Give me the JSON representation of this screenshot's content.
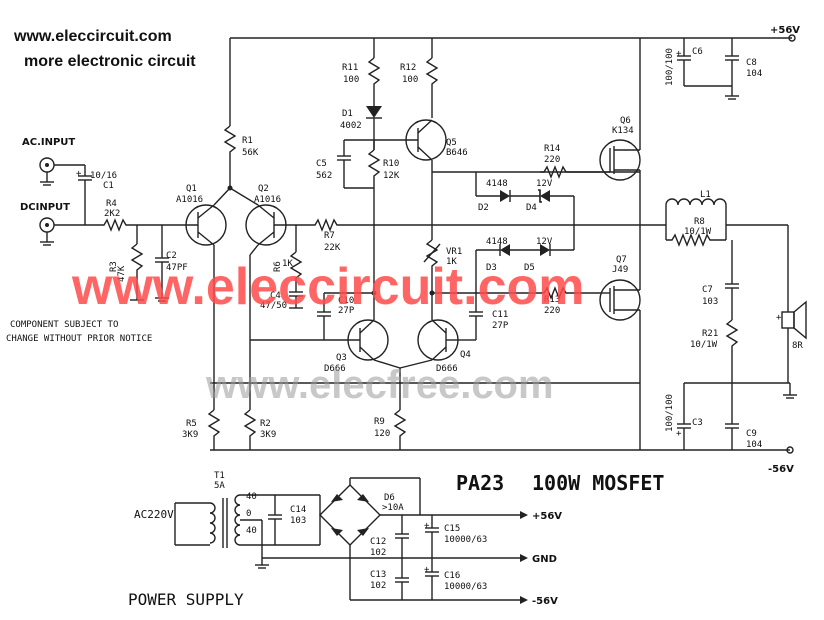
{
  "header": {
    "site": "www.eleccircuit.com",
    "tagline": "more electronic circuit"
  },
  "watermarks": {
    "primary": "www.eleccircuit.com",
    "secondary": "www.elecfree.com"
  },
  "title": {
    "code": "PA23",
    "name": "100W MOSFET"
  },
  "notice": {
    "line1": "COMPONENT SUBJECT TO",
    "line2": "CHANGE WITHOUT PRIOR NOTICE"
  },
  "inputs": {
    "ac": "AC.INPUT",
    "dc": "DCINPUT"
  },
  "rails": {
    "pos": "+56V",
    "neg": "-56V",
    "gnd": "GND"
  },
  "power_supply": {
    "label": "POWER SUPPLY",
    "mains": "AC220V",
    "transformer": {
      "ref": "T1",
      "rating": "5A",
      "tap_top": "40",
      "tap_mid": "0",
      "tap_bot": "40"
    },
    "bridge": {
      "ref": "D6",
      "rating": ">10A"
    }
  },
  "components": {
    "C1": {
      "ref": "C1",
      "value": "10/16"
    },
    "R4": {
      "ref": "R4",
      "value": "2K2"
    },
    "R3": {
      "ref": "R3",
      "value": "47K"
    },
    "C2": {
      "ref": "C2",
      "value": "47PF"
    },
    "Q1": {
      "ref": "Q1",
      "value": "A1016"
    },
    "Q2": {
      "ref": "Q2",
      "value": "A1016"
    },
    "R1": {
      "ref": "R1",
      "value": "56K"
    },
    "R6": {
      "ref": "R6",
      "value": "1K"
    },
    "C4": {
      "ref": "C4",
      "value": "47/50"
    },
    "R7": {
      "ref": "R7",
      "value": "22K"
    },
    "R11": {
      "ref": "R11",
      "value": "100"
    },
    "R12": {
      "ref": "R12",
      "value": "100"
    },
    "D1": {
      "ref": "D1",
      "value": "4002"
    },
    "Q5": {
      "ref": "Q5",
      "value": "B646"
    },
    "C5": {
      "ref": "C5",
      "value": "562"
    },
    "R10": {
      "ref": "R10",
      "value": "12K"
    },
    "C10": {
      "ref": "C10",
      "value": "27P"
    },
    "C11": {
      "ref": "C11",
      "value": "27P"
    },
    "VR1": {
      "ref": "VR1",
      "value": "1K"
    },
    "Q3": {
      "ref": "Q3",
      "value": "D666"
    },
    "Q4": {
      "ref": "Q4",
      "value": "D666"
    },
    "R5": {
      "ref": "R5",
      "value": "3K9"
    },
    "R2": {
      "ref": "R2",
      "value": "3K9"
    },
    "R9": {
      "ref": "R9",
      "value": "120"
    },
    "R14": {
      "ref": "R14",
      "value": "220"
    },
    "R13": {
      "ref": "R13",
      "value": "220"
    },
    "D2": {
      "ref": "D2",
      "value": "4148"
    },
    "D4": {
      "ref": "D4",
      "value": "12V"
    },
    "D3": {
      "ref": "D3",
      "value": "4148"
    },
    "D5": {
      "ref": "D5",
      "value": "12V"
    },
    "Q6": {
      "ref": "Q6",
      "value": "K134"
    },
    "Q7": {
      "ref": "Q7",
      "value": "J49"
    },
    "C6": {
      "ref": "C6",
      "value": "100/100"
    },
    "C8": {
      "ref": "C8",
      "value": "104"
    },
    "C3": {
      "ref": "C3",
      "value": "100/100"
    },
    "C9": {
      "ref": "C9",
      "value": "104"
    },
    "L1": {
      "ref": "L1"
    },
    "R8": {
      "ref": "R8",
      "value": "10/1W"
    },
    "C7": {
      "ref": "C7",
      "value": "103"
    },
    "R21": {
      "ref": "R21",
      "value": "10/1W"
    },
    "SP": {
      "ref": "8R"
    },
    "C14": {
      "ref": "C14",
      "value": "103"
    },
    "C12": {
      "ref": "C12",
      "value": "102"
    },
    "C13": {
      "ref": "C13",
      "value": "102"
    },
    "C15": {
      "ref": "C15",
      "value": "10000/63"
    },
    "C16": {
      "ref": "C16",
      "value": "10000/63"
    }
  }
}
